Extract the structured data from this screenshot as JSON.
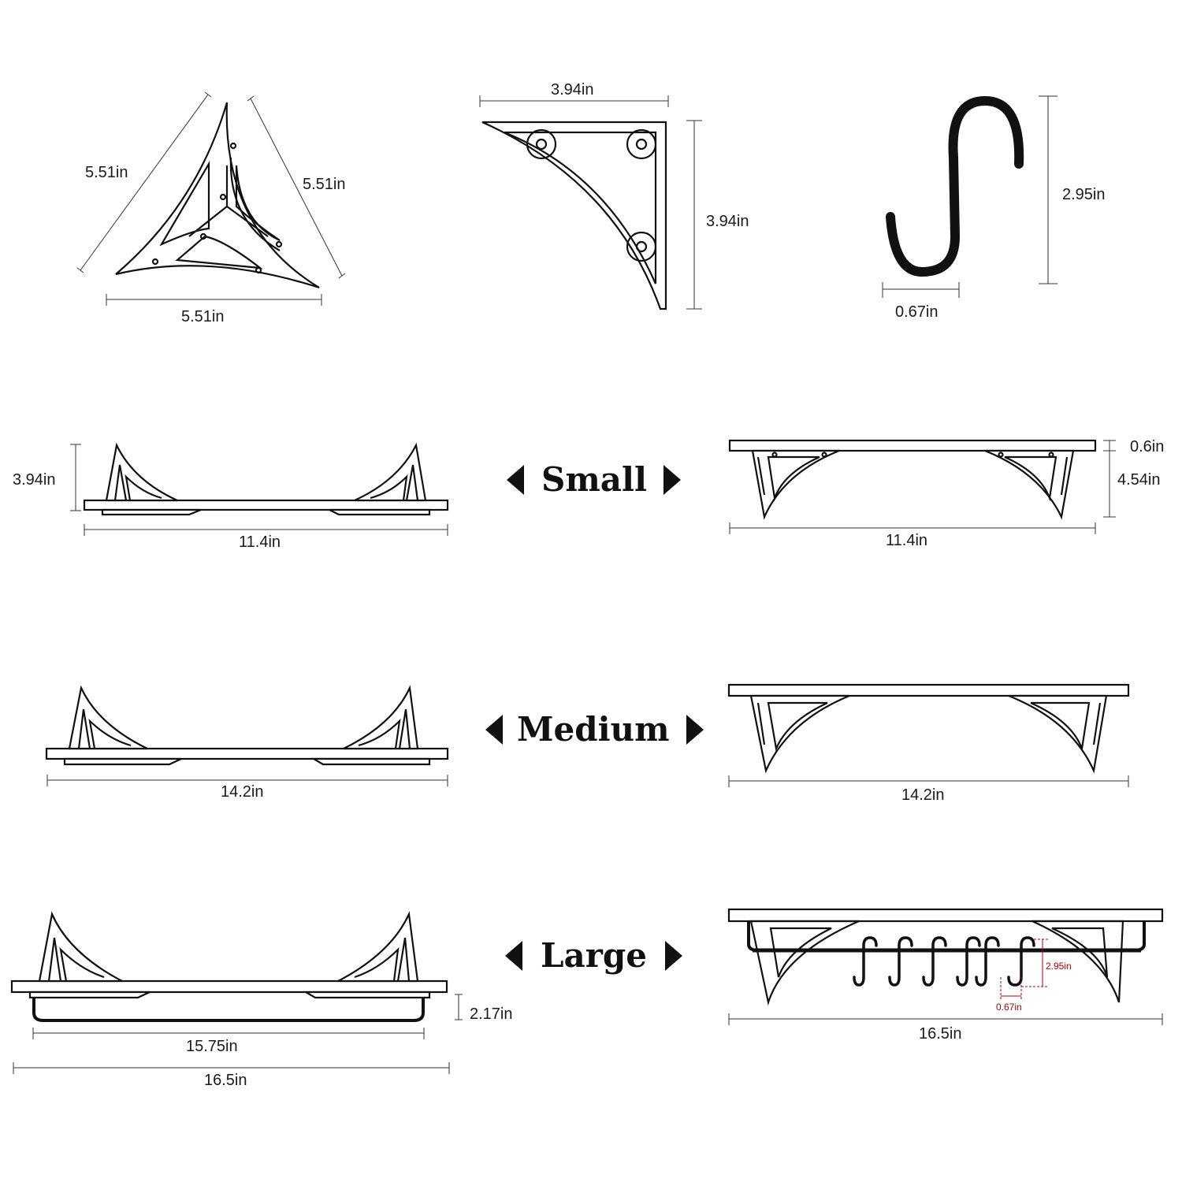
{
  "triangle_plate": {
    "left_side": "5.51in",
    "right_side": "5.51in",
    "bottom_side": "5.51in"
  },
  "corner_bracket": {
    "width": "3.94in",
    "height": "3.94in"
  },
  "s_hook": {
    "height": "2.95in",
    "width": "0.67in"
  },
  "small": {
    "title": "Small",
    "front_height": "3.94in",
    "front_length": "11.4in",
    "side_thickness": "0.6in",
    "side_height": "4.54in",
    "side_length": "11.4in"
  },
  "medium": {
    "title": "Medium",
    "front_length": "14.2in",
    "side_length": "14.2in"
  },
  "large": {
    "title": "Large",
    "rail_height": "2.17in",
    "rail_length": "15.75in",
    "front_length": "16.5in",
    "side_length": "16.5in",
    "hook_height": "2.95in",
    "hook_width": "0.67in"
  },
  "colors": {
    "annotation_red": "#b00000",
    "ink": "#111111"
  }
}
